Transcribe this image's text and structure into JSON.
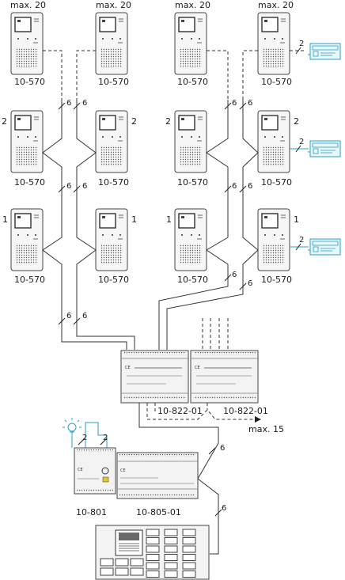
{
  "labels": {
    "max_c1": "max. 20",
    "max_c2": "max. 20",
    "max_c3": "max. 20",
    "max_c4": "max. 20",
    "max_15": "max. 15",
    "monitor_model": "10-570",
    "ctrl_a": "10-822-01",
    "ctrl_b": "10-822-01",
    "power": "10-801",
    "switcher": "10-805-01",
    "wire6": "6",
    "wire2": "2",
    "idx2": "2",
    "idx1": "1"
  },
  "icons": [
    "video-monitor-icon",
    "pc-card-icon",
    "lamp-icon",
    "din-rail-module-icon",
    "entrance-panel-icon"
  ],
  "colors": {
    "line": "#333333",
    "accent_cyan": "#2a9fc7",
    "device": "#f3f3f3"
  }
}
